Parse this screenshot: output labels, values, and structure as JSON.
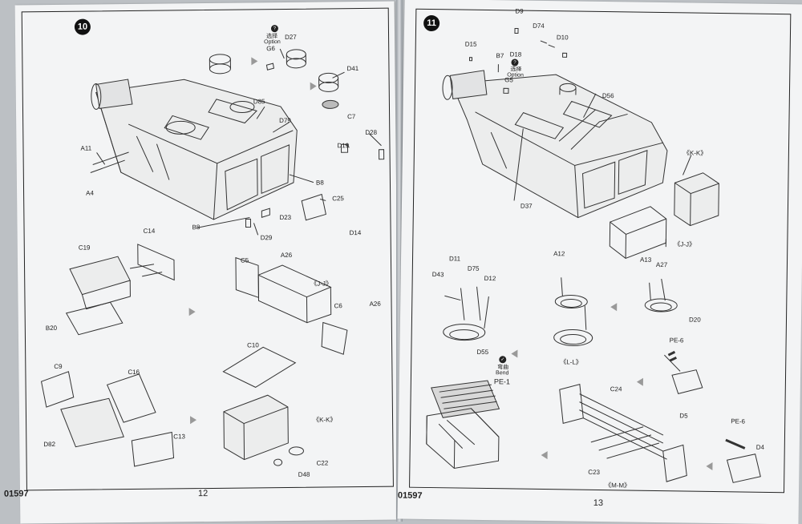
{
  "left_page": {
    "step": "10",
    "option": {
      "cn": "选择",
      "en": "Option"
    },
    "labels": {
      "d27": "D27",
      "g6": "G6",
      "d41": "D41",
      "c7": "C7",
      "d85": "D85",
      "d79": "D79",
      "d28": "D28",
      "d19": "D19",
      "a11": "A11",
      "a4": "A4",
      "b8a": "B8",
      "c25": "C25",
      "d23": "D23",
      "b8b": "B8",
      "d29": "D29",
      "d14": "D14",
      "c19": "C19",
      "c14": "C14",
      "b20": "B20",
      "c5": "C5",
      "a26a": "A26",
      "jj": "《J-J》",
      "c6": "C6",
      "a26b": "A26",
      "c9": "C9",
      "c16": "C16",
      "d82": "D82",
      "c13": "C13",
      "c10": "C10",
      "kk": "《K-K》",
      "c22": "C22",
      "d48": "D48"
    },
    "footer_code": "01597",
    "page_number": "12"
  },
  "right_page": {
    "step": "11",
    "option": {
      "cn": "选择",
      "en": "Option"
    },
    "bend": {
      "cn": "弯曲",
      "en": "Bend"
    },
    "labels": {
      "d9": "D9",
      "d74": "D74",
      "d10": "D10",
      "d15": "D15",
      "b7": "B7",
      "d18": "D18",
      "g5": "G5",
      "d56": "D56",
      "kk": "《K-K》",
      "d37": "D37",
      "jj": "《J-J》",
      "d11": "D11",
      "d43": "D43",
      "d75": "D75",
      "d12": "D12",
      "d55": "D55",
      "a12": "A12",
      "ll": "《L-L》",
      "a13": "A13",
      "a27": "A27",
      "d20": "D20",
      "pe1": "PE-1",
      "pe6a": "PE-6",
      "d5": "D5",
      "c24": "C24",
      "c23": "C23",
      "mm": "《M-M》",
      "pe6b": "PE-6",
      "d4": "D4"
    },
    "footer_code": "01597",
    "page_number": "13"
  },
  "colors": {
    "paper": "#f3f4f5",
    "line": "#222222",
    "arrow": "#999999",
    "background": "#bcc0c4"
  }
}
